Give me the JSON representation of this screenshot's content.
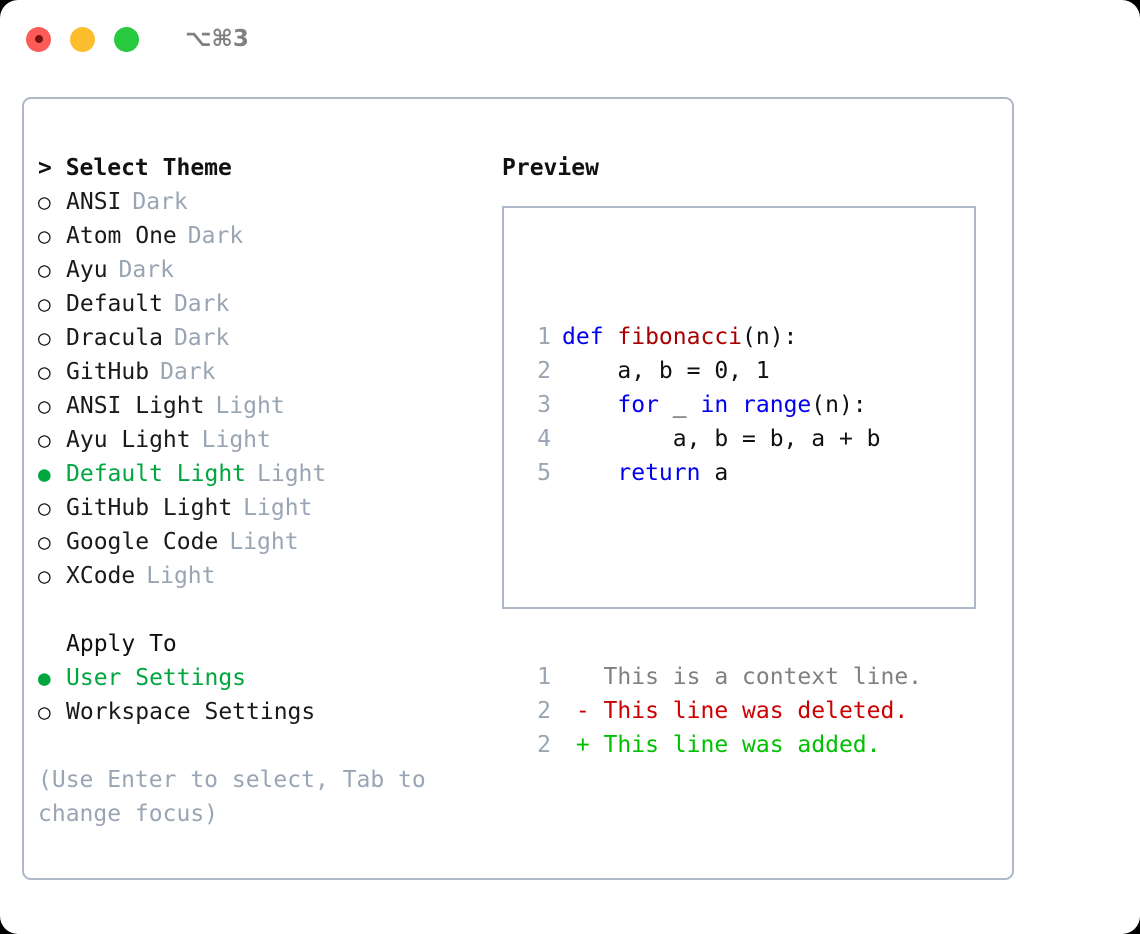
{
  "window": {
    "title": "⌥⌘3",
    "traffic_lights": [
      "close-red",
      "minimize-yellow",
      "zoom-green"
    ]
  },
  "colors": {
    "accent_green": "#00a63e",
    "muted_tag": "#9aa5b4",
    "border": "#aeb8c6",
    "keyword_blue": "#0000ee",
    "function_red": "#a80000",
    "diff_add_green": "#00c000",
    "diff_del_red": "#cc0000",
    "diff_ctx_gray": "#808080"
  },
  "theme_selector": {
    "heading": "> Select Theme",
    "bullet_unselected": "○",
    "bullet_selected": "●",
    "items": [
      {
        "label": "ANSI",
        "tag": "Dark",
        "selected": false
      },
      {
        "label": "Atom One",
        "tag": "Dark",
        "selected": false
      },
      {
        "label": "Ayu",
        "tag": "Dark",
        "selected": false
      },
      {
        "label": "Default",
        "tag": "Dark",
        "selected": false
      },
      {
        "label": "Dracula",
        "tag": "Dark",
        "selected": false
      },
      {
        "label": "GitHub",
        "tag": "Dark",
        "selected": false
      },
      {
        "label": "ANSI Light",
        "tag": "Light",
        "selected": false
      },
      {
        "label": "Ayu Light",
        "tag": "Light",
        "selected": false
      },
      {
        "label": "Default Light",
        "tag": "Light",
        "selected": true
      },
      {
        "label": "GitHub Light",
        "tag": "Light",
        "selected": false
      },
      {
        "label": "Google Code",
        "tag": "Light",
        "selected": false
      },
      {
        "label": "XCode",
        "tag": "Light",
        "selected": false
      }
    ]
  },
  "apply_to": {
    "heading": "Apply To",
    "items": [
      {
        "label": "User Settings",
        "selected": true
      },
      {
        "label": "Workspace Settings",
        "selected": false
      }
    ]
  },
  "hint": "(Use Enter to select, Tab to change focus)",
  "preview": {
    "title": "Preview",
    "code_lines": [
      {
        "number": "1",
        "tokens": [
          {
            "text": "def ",
            "type": "keyword"
          },
          {
            "text": "fibonacci",
            "type": "function"
          },
          {
            "text": "(n):",
            "type": "plain"
          }
        ]
      },
      {
        "number": "2",
        "tokens": [
          {
            "text": "    a, b = 0, 1",
            "type": "plain"
          }
        ]
      },
      {
        "number": "3",
        "tokens": [
          {
            "text": "    ",
            "type": "plain"
          },
          {
            "text": "for",
            "type": "keyword"
          },
          {
            "text": " _ ",
            "type": "plain"
          },
          {
            "text": "in range",
            "type": "keyword"
          },
          {
            "text": "(n):",
            "type": "plain"
          }
        ]
      },
      {
        "number": "4",
        "tokens": [
          {
            "text": "        a, b = b, a + b",
            "type": "plain"
          }
        ]
      },
      {
        "number": "5",
        "tokens": [
          {
            "text": "    ",
            "type": "plain"
          },
          {
            "text": "return",
            "type": "keyword"
          },
          {
            "text": " a",
            "type": "plain"
          }
        ]
      }
    ],
    "diff_lines": [
      {
        "number": "1",
        "marker": "  ",
        "text": "This is a context line.",
        "type": "context"
      },
      {
        "number": "2",
        "marker": "- ",
        "text": "This line was deleted.",
        "type": "deleted"
      },
      {
        "number": "2",
        "marker": "+ ",
        "text": "This line was added.",
        "type": "added"
      }
    ]
  }
}
